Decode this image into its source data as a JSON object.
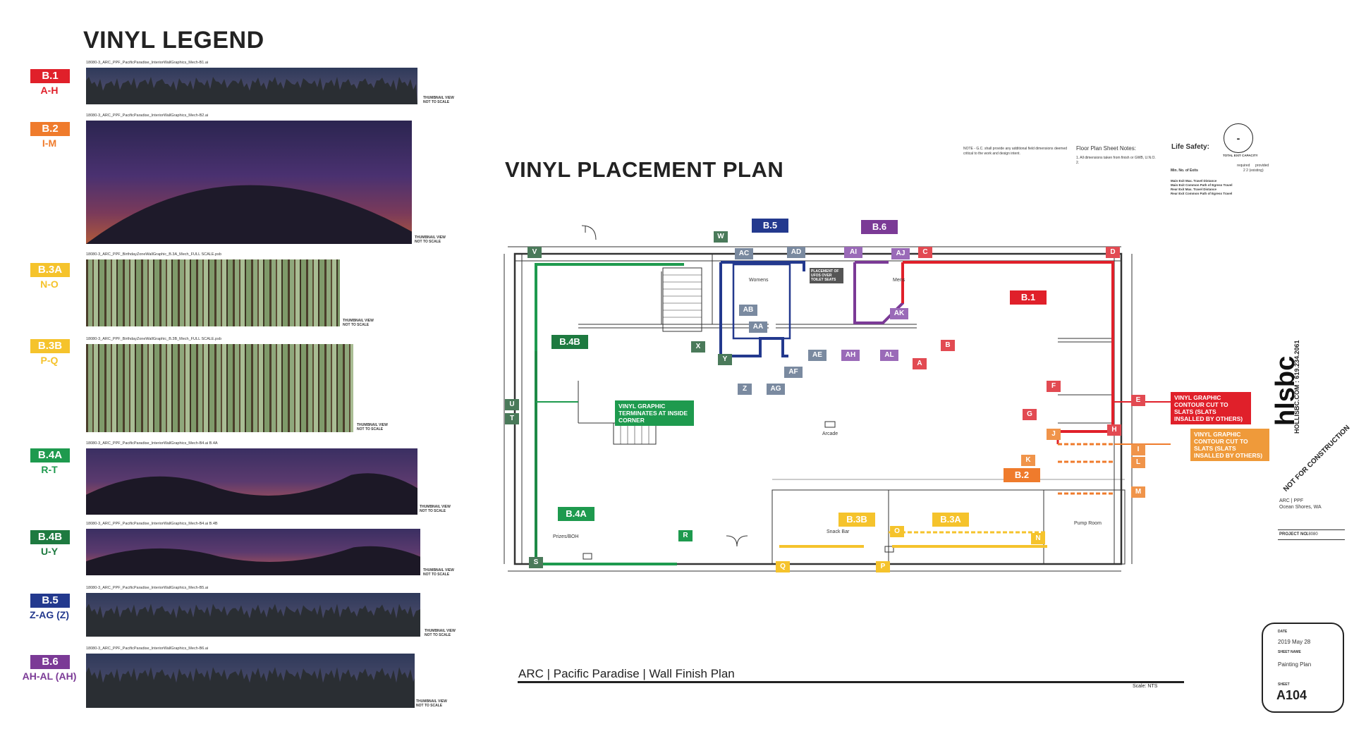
{
  "legend": {
    "title": "VINYL LEGEND",
    "items": [
      {
        "code": "B.1",
        "range": "A-H",
        "color": "#e0202a",
        "file": "18080-3_ARC_PPF_PacificParadise_InteriorWallGraphics_Mech-B1.ai",
        "note": "THUMBNAIL VIEW NOT TO SCALE"
      },
      {
        "code": "B.2",
        "range": "I-M",
        "color": "#ef7b2c",
        "file": "18080-3_ARC_PPF_PacificParadise_InteriorWallGraphics_Mech-B2.ai",
        "note": "THUMBNAIL VIEW NOT TO SCALE"
      },
      {
        "code": "B.3A",
        "range": "N-O",
        "color": "#f5c32c",
        "file": "18080-3_ARC_PPF_BirthdayZoneWallGraphic_B.3A_Mech_FULL SCALE.psb",
        "note": "THUMBNAIL VIEW NOT TO SCALE"
      },
      {
        "code": "B.3B",
        "range": "P-Q",
        "color": "#f5c32c",
        "file": "18080-3_ARC_PPF_BirthdayZoneWallGraphic_B.3B_Mech_FULL SCALE.psb",
        "note": "THUMBNAIL VIEW NOT TO SCALE"
      },
      {
        "code": "B.4A",
        "range": "R-T",
        "color": "#1e9a4e",
        "file": "18080-3_ARC_PPF_PacificParadise_InteriorWallGraphics_Mech-B4.ai      B.4A",
        "note": "THUMBNAIL VIEW NOT TO SCALE"
      },
      {
        "code": "B.4B",
        "range": "U-Y",
        "color": "#1e7a40",
        "file": "18080-3_ARC_PPF_PacificParadise_InteriorWallGraphics_Mech-B4.ai      B.4B",
        "note": "THUMBNAIL VIEW NOT TO SCALE"
      },
      {
        "code": "B.5",
        "range": "Z-AG (Z)",
        "color": "#23398e",
        "file": "18080-3_ARC_PPF_PacificParadise_InteriorWallGraphics_Mech-B5.ai",
        "note": "THUMBNAIL VIEW NOT TO SCALE"
      },
      {
        "code": "B.6",
        "range": "AH-AL (AH)",
        "color": "#7b3a96",
        "file": "18080-3_ARC_PPF_PacificParadise_InteriorWallGraphics_Mech-B6.ai",
        "note": "THUMBNAIL VIEW NOT TO SCALE"
      }
    ]
  },
  "plan": {
    "title": "VINYL PLACEMENT PLAN",
    "tags": {
      "B.1": "B.1",
      "B.2": "B.2",
      "B.3A": "B.3A",
      "B.3B": "B.3B",
      "B.4A": "B.4A",
      "B.4B": "B.4B",
      "B.5": "B.5",
      "B.6": "B.6"
    },
    "letters": {
      "A": "A",
      "B": "B",
      "C": "C",
      "D": "D",
      "E": "E",
      "F": "F",
      "G": "G",
      "H": "H",
      "I": "I",
      "J": "J",
      "K": "K",
      "L": "L",
      "M": "M",
      "N": "N",
      "O": "O",
      "P": "P",
      "Q": "Q",
      "R": "R",
      "S": "S",
      "T": "T",
      "U": "U",
      "V": "V",
      "W": "W",
      "X": "X",
      "Y": "Y",
      "Z": "Z",
      "AA": "AA",
      "AB": "AB",
      "AC": "AC",
      "AD": "AD",
      "AE": "AE",
      "AF": "AF",
      "AG": "AG",
      "AH": "AH",
      "AI": "AI",
      "AJ": "AJ",
      "AK": "AK",
      "AL": "AL"
    },
    "callouts": {
      "green": "VINYL GRAPHIC TERMINATES AT INSIDE CORNER",
      "red": "VINYL GRAPHIC CONTOUR CUT TO SLATS (SLATS INSALLED BY OTHERS)",
      "orange": "VINYL GRAPHIC CONTOUR CUT TO SLATS (SLATS INSALLED BY OTHERS)",
      "ufo": "PLACEMENT OF UFOS OVER TOILET SEATS"
    },
    "rooms": {
      "womens": "Womens",
      "mens": "Mens",
      "arcade": "Arcade",
      "prizes": "Prizes/BOH",
      "snack": "Snack Bar",
      "pump": "Pump Room"
    },
    "footer_title": "ARC | Pacific Paradise | Wall Finish Plan",
    "scale": "Scale: NTS"
  },
  "notes": {
    "gc_note": "NOTE - G.C. shall provide any additional field dimensions deemed critical to the work and design intent.",
    "sheet_notes_title": "Floor Plan Sheet Notes:",
    "sheet_note_1": "1.   All dimensions taken from finish or GWB, U.N.O.",
    "sheet_note_2": "2.",
    "life_safety": "Life Safety:",
    "total_exit": "TOTAL EXIT CAPACITY",
    "exit_symbol": "-",
    "required": "required",
    "provided": "provided",
    "min_exits": "Min. No. of Exits",
    "min_exits_vals": "2         2 (existing)",
    "travel_1": "Main Exit Max. Travel Distance",
    "travel_2": "Main Exit Common Path of Egress Travel",
    "travel_3": "Rear Exit Max. Travel Distance",
    "travel_4": "Rear Exit Common Path of Egress Travel"
  },
  "titleblock": {
    "phone": "HOLLISBC.COM : 619.234.2061",
    "logo": "hlsbc",
    "nfc": "NOT FOR CONSTRUCTION",
    "project": "ARC | PPF",
    "location": "Ocean Shores, WA",
    "project_no_label": "PROJECT NO.",
    "project_no": "18080",
    "date_label": "DATE",
    "date": "2019 May 28",
    "sheet_name_label": "SHEET NAME",
    "sheet_name": "Painting Plan",
    "sheet_label": "SHEET",
    "sheet": "A104"
  }
}
